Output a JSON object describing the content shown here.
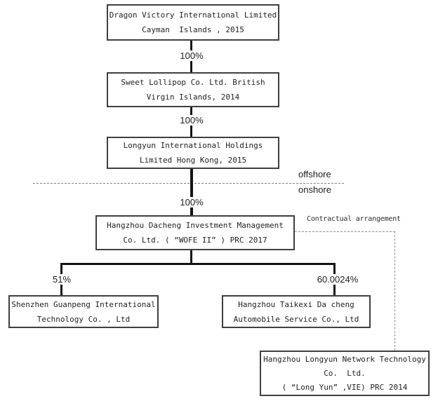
{
  "nodes": {
    "dragon": {
      "line1": "Dragon Victory International Limited",
      "line2": "Cayman  Islands , 2015"
    },
    "sweet": {
      "line1": "Sweet Lollipop Co. Ltd. British",
      "line2": "Virgin Islands, 2014"
    },
    "longyun_hk": {
      "line1": "Longyun International Holdings",
      "line2": "Limited Hong Kong, 2015"
    },
    "wofe": {
      "line1": "Hangzhou Dacheng Investment Management",
      "line2": "Co. Ltd. ( “WOFE II” ) PRC 2017"
    },
    "shenzhen": {
      "line1": "Shenzhen Guanpeng International",
      "line2": "Technology Co. , Ltd"
    },
    "taikexi": {
      "line1": "Hangzhou Taikexi Da cheng",
      "line2": "Automobile Service Co., Ltd"
    },
    "vie": {
      "line1": "Hangzhou Longyun Network Technology",
      "line2": "Co.  Ltd.",
      "line3": "( “Long Yun” ,VIE) PRC 2014"
    }
  },
  "labels": {
    "ownership_dragon_sweet": "100%",
    "ownership_sweet_longyun": "100%",
    "ownership_longyun_wofe": "100%",
    "ownership_wofe_shenzhen": "51%",
    "ownership_wofe_taikexi": "60.0024%",
    "offshore": "offshore",
    "onshore": "onshore",
    "contractual": "Contractual arrangement"
  },
  "colors": {
    "background": "#ffffff",
    "box_border": "#3f3f3f",
    "connector": "#141414",
    "dashed_line": "#8c8c8c",
    "text": "#1f1f1f"
  }
}
